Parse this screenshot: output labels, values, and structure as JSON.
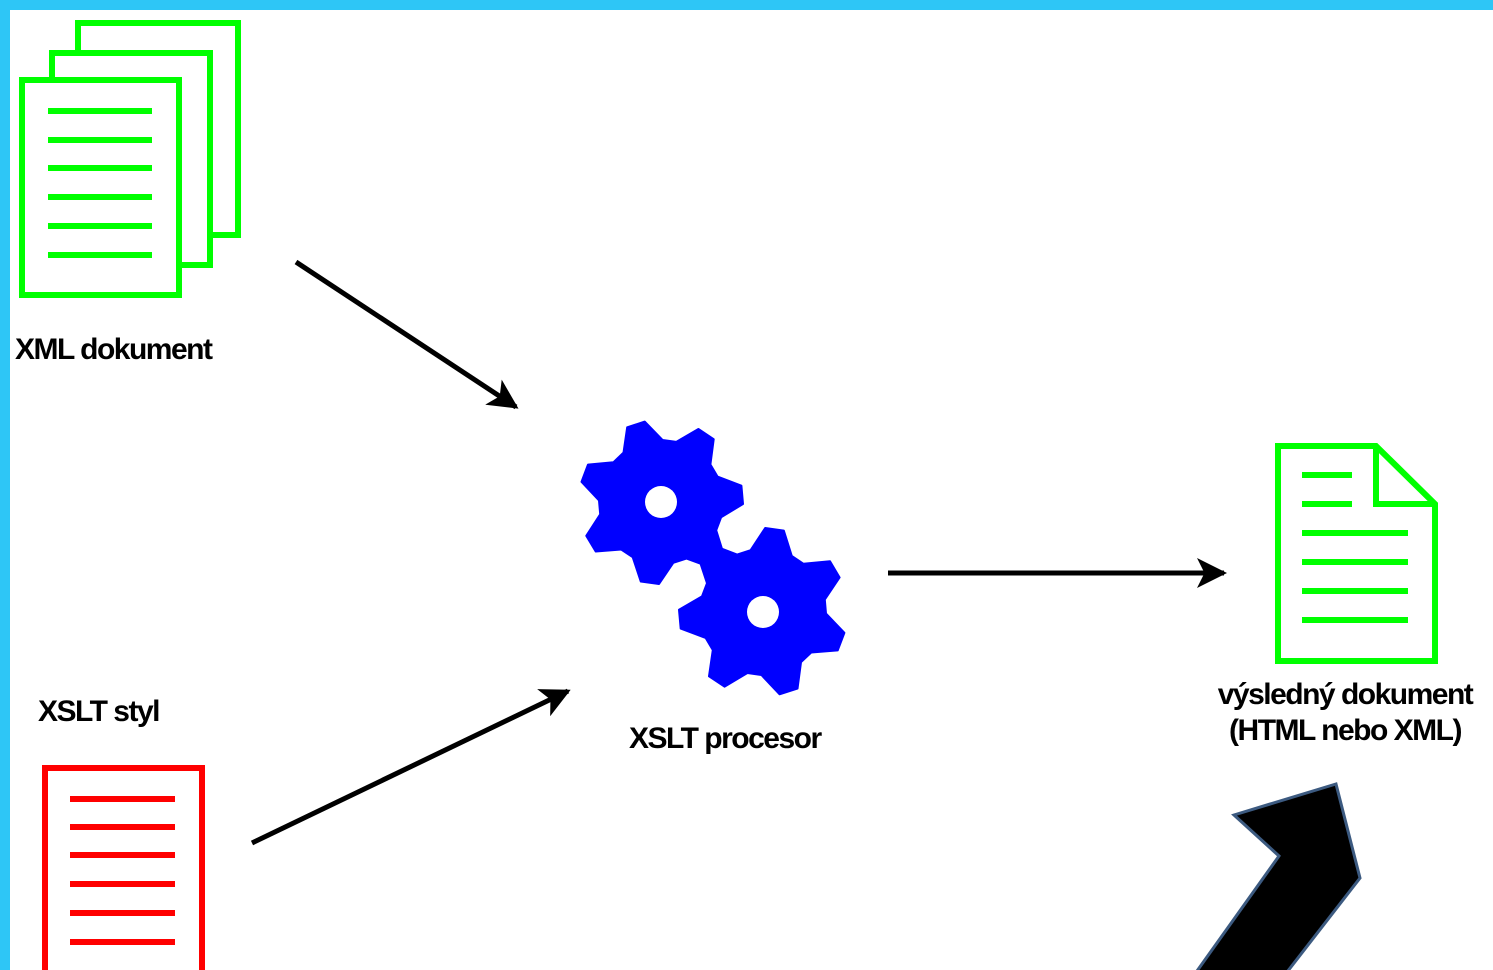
{
  "diagram": {
    "nodes": {
      "xml_document": {
        "label": "XML dokument",
        "icon": "stacked-documents-icon",
        "color": "#00ff00"
      },
      "xslt_style": {
        "label": "XSLT styl",
        "icon": "document-icon",
        "color": "#ff0000"
      },
      "xslt_processor": {
        "label": "XSLT procesor",
        "icon": "gears-icon",
        "color": "#0000ff"
      },
      "result_document": {
        "label_line1": "výsledný dokument",
        "label_line2": "(HTML nebo XML)",
        "icon": "document-folded-corner-icon",
        "color": "#00ff00"
      }
    },
    "edges": [
      {
        "from": "xml_document",
        "to": "xslt_processor"
      },
      {
        "from": "xslt_style",
        "to": "xslt_processor"
      },
      {
        "from": "xslt_processor",
        "to": "result_document"
      }
    ],
    "pointer": {
      "icon": "large-arrow-pointer-icon",
      "fill": "#000000",
      "stroke": "#3c5a80",
      "points_to": "result_document"
    }
  },
  "frame": {
    "border_color": "#2ec6f6"
  }
}
